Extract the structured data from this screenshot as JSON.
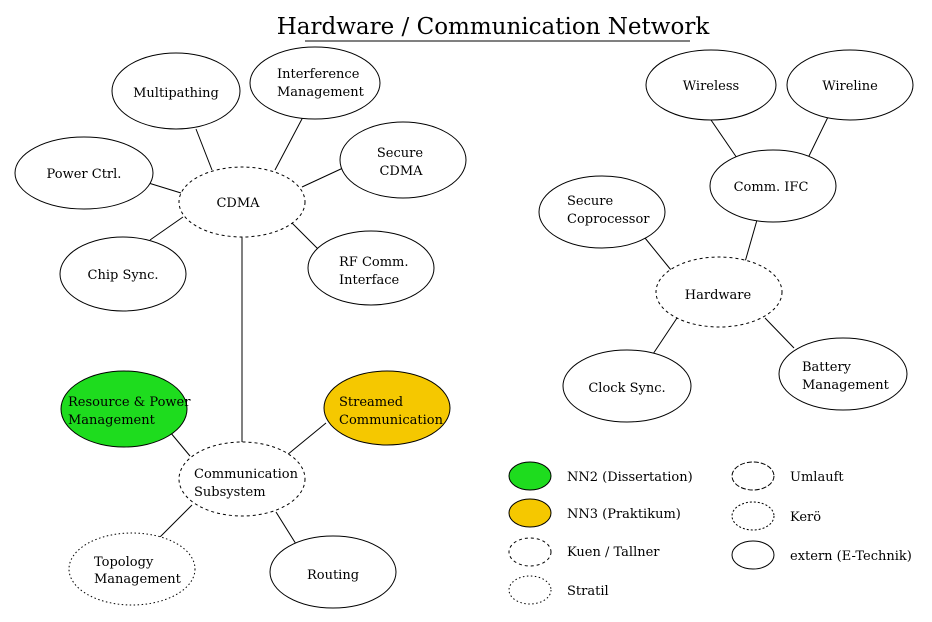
{
  "title": "Hardware / Communication Network",
  "nodes": {
    "multipathing": {
      "lines": [
        "Multipathing"
      ]
    },
    "interference": {
      "lines": [
        "Interference",
        "Management"
      ]
    },
    "secure_cdma": {
      "lines": [
        "Secure",
        "CDMA"
      ]
    },
    "power_ctrl": {
      "lines": [
        "Power Ctrl."
      ]
    },
    "cdma": {
      "lines": [
        "CDMA"
      ]
    },
    "chip_sync": {
      "lines": [
        "Chip Sync."
      ]
    },
    "rf_comm": {
      "lines": [
        "RF Comm.",
        "Interface"
      ]
    },
    "resource_power": {
      "lines": [
        "Resource & Power",
        "Management"
      ]
    },
    "streamed": {
      "lines": [
        "Streamed",
        "Communication"
      ]
    },
    "comm_subsystem": {
      "lines": [
        "Communication",
        "Subsystem"
      ]
    },
    "topology": {
      "lines": [
        "Topology",
        "Management"
      ]
    },
    "routing": {
      "lines": [
        "Routing"
      ]
    },
    "wireless": {
      "lines": [
        "Wireless"
      ]
    },
    "wireline": {
      "lines": [
        "Wireline"
      ]
    },
    "comm_ifc": {
      "lines": [
        "Comm. IFC"
      ]
    },
    "secure_coprocessor": {
      "lines": [
        "Secure",
        "Coprocessor"
      ]
    },
    "hardware": {
      "lines": [
        "Hardware"
      ]
    },
    "clock_sync": {
      "lines": [
        "Clock Sync."
      ]
    },
    "battery": {
      "lines": [
        "Battery",
        "Management"
      ]
    }
  },
  "legend": {
    "nn2": "NN2 (Dissertation)",
    "nn3": "NN3 (Praktikum)",
    "kuen": "Kuen / Tallner",
    "stratil": "Stratil",
    "umlauft": "Umlauft",
    "kero": "Kerö",
    "extern": "extern (E-Technik)"
  },
  "colors": {
    "nn2": "#1edc1e",
    "nn3": "#f5c800"
  }
}
